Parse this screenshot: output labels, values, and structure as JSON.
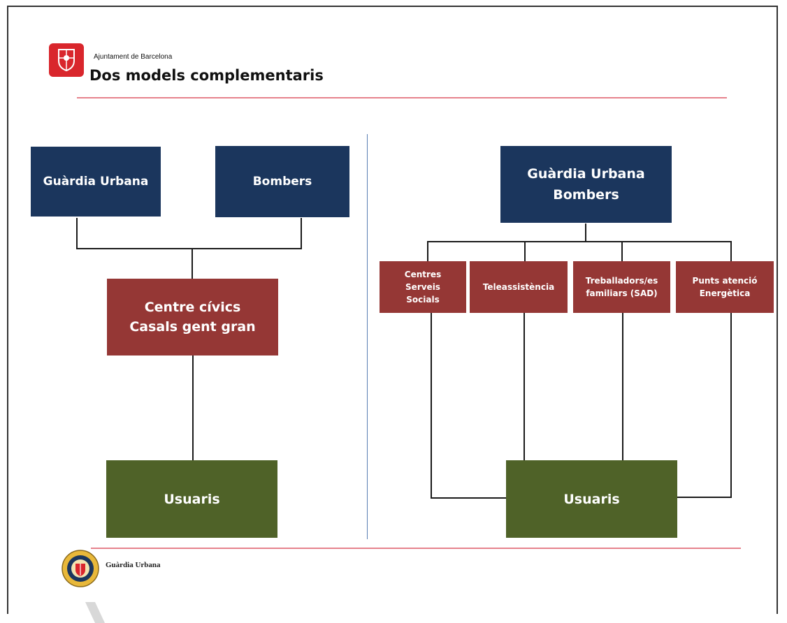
{
  "header": {
    "organization": "Ajuntament de Barcelona",
    "title": "Dos models complementaris"
  },
  "left_model": {
    "top_left": "Guàrdia Urbana",
    "top_right": "Bombers",
    "middle": [
      "Centre cívics",
      "Casals gent gran"
    ],
    "bottom": "Usuaris"
  },
  "right_model": {
    "top": [
      "Guàrdia Urbana",
      "Bombers"
    ],
    "services": [
      [
        "Centres",
        "Serveis",
        "Socials"
      ],
      [
        "Teleassistència"
      ],
      [
        "Treballadors/es",
        "familiars (SAD)"
      ],
      [
        "Punts atenció",
        "Energètica"
      ]
    ],
    "bottom": "Usuaris"
  },
  "footer": {
    "label": "Guàrdia Urbana"
  },
  "colors": {
    "navy": "#1b365d",
    "red": "#953735",
    "green": "#4f6228",
    "rule": "#e6828d"
  }
}
